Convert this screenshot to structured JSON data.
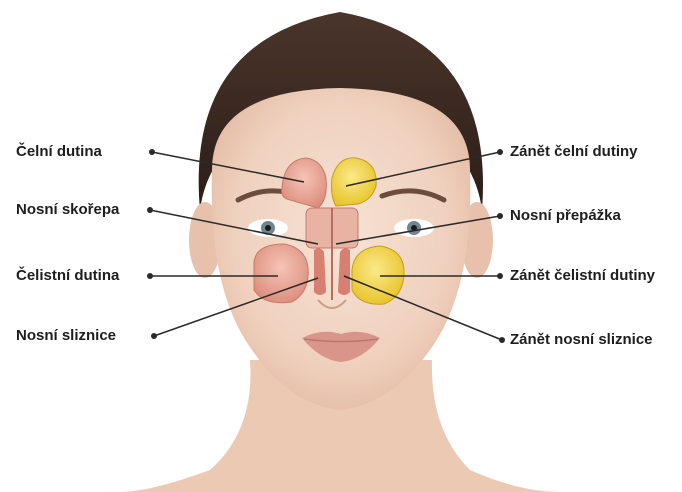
{
  "labels": {
    "left": [
      "Čelní dutina",
      "Nosní skořepa",
      "Čelistní dutina",
      "Nosní sliznice"
    ],
    "right": [
      "Zánět čelní dutiny",
      "Nosní přepážka",
      "Zánět čelistní dutiny",
      "Zánět nosní sliznice"
    ]
  },
  "colors": {
    "healthy_sinus": "#e8a89a",
    "inflamed_sinus": "#f2d23c",
    "skin": "#f3d9c8",
    "hair": "#3b2a22",
    "leader_line": "#2a2a2a"
  }
}
